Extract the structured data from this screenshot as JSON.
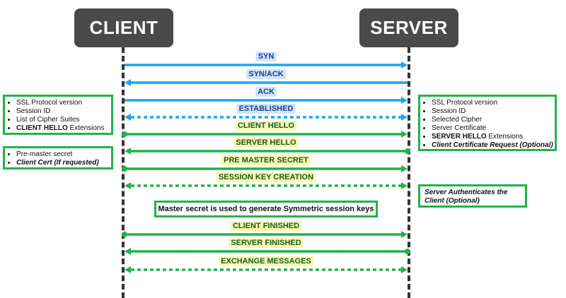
{
  "actors": {
    "client": "CLIENT",
    "server": "SERVER"
  },
  "messages": [
    {
      "label": "SYN",
      "from": "client",
      "to": "server",
      "style": "solid",
      "color": "blue"
    },
    {
      "label": "SYN/ACK",
      "from": "server",
      "to": "client",
      "style": "solid",
      "color": "blue"
    },
    {
      "label": "ACK",
      "from": "client",
      "to": "server",
      "style": "solid",
      "color": "blue"
    },
    {
      "label": "ESTABLISHED",
      "from": "both",
      "to": "both",
      "style": "dashed",
      "color": "blue"
    },
    {
      "label": "CLIENT HELLO",
      "from": "client",
      "to": "server",
      "style": "solid",
      "color": "green"
    },
    {
      "label": "SERVER HELLO",
      "from": "server",
      "to": "client",
      "style": "solid",
      "color": "green"
    },
    {
      "label": "PRE MASTER SECRET",
      "from": "client",
      "to": "server",
      "style": "solid",
      "color": "green"
    },
    {
      "label": "SESSION KEY CREATION",
      "from": "both",
      "to": "both",
      "style": "dashed",
      "color": "green"
    },
    {
      "label": "CLIENT FINISHED",
      "from": "client",
      "to": "server",
      "style": "solid",
      "color": "green"
    },
    {
      "label": "SERVER FINISHED",
      "from": "server",
      "to": "client",
      "style": "solid",
      "color": "green"
    },
    {
      "label": "EXCHANGE MESSAGES",
      "from": "both",
      "to": "both",
      "style": "dashed",
      "color": "green"
    }
  ],
  "notes": {
    "client_hello": {
      "items": [
        "SSL Protocol version",
        "Session ID",
        "List of Cipher Suites"
      ],
      "last_bold": "CLIENT HELLO",
      "last_rest": " Extensions"
    },
    "server_hello": {
      "items": [
        "SSL Protocol version",
        "Session ID",
        "Selected Cipher",
        "Server Certificate"
      ],
      "ext_bold": "SERVER HELLO",
      "ext_rest": " Extensions",
      "last": "Client Certificate Request (Optional)"
    },
    "client_key": {
      "item": "Pre-master secret",
      "last": "Client Cert (If requested)"
    },
    "server_auth": "Server Authenticates the Client (Optional)",
    "master": "Master secret is used to generate Symmetric session keys"
  },
  "colors": {
    "blue": "#1aa7ec",
    "green": "#22b24c",
    "lifeline": "#333333",
    "actor_bg": "#4a4a4a"
  }
}
